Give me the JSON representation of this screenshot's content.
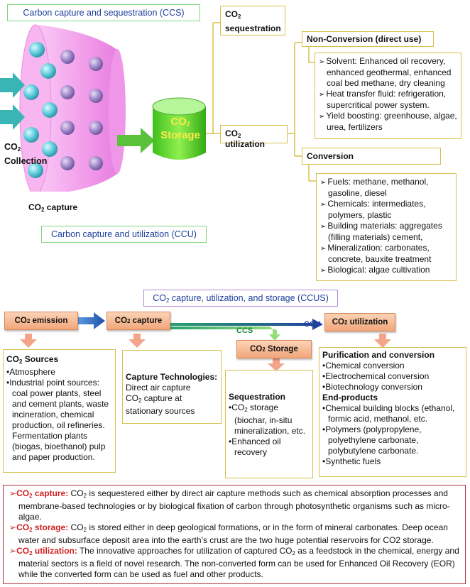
{
  "top": {
    "ccs_tag": "Carbon capture and sequestration (CCS)",
    "ccu_tag": "Carbon capture and utilization (CCU)",
    "collection_label": "Collection",
    "co2_prefix": "CO",
    "co2_sub": "2",
    "capture_label": "capture",
    "storage_label": "Storage",
    "sequestration_label": "sequestration",
    "utilization_label": "utilization",
    "nonconversion_label": "Non-Conversion (direct use)",
    "nonconversion_items": [
      "Solvent: Enhanced oil recovery, enhanced geothermal, enhanced coal bed methane, dry cleaning",
      "Heat transfer fluid: refrigeration, supercritical power system.",
      "Yield boosting: greenhouse, algae, urea, fertilizers"
    ],
    "conversion_label": "Conversion",
    "conversion_items": [
      "Fuels: methane, methanol, gasoline, diesel",
      "Chemicals: intermediates, polymers, plastic",
      "Building materials: aggregates (filling materials) cement,",
      "Mineralization: carbonates, concrete, bauxite treatment",
      "Biological: algae cultivation"
    ]
  },
  "bottom": {
    "ccus_tag_suffix": " capture, utilization, and storage (CCUS)",
    "emission_label": "emission",
    "capture_label": "capture",
    "utilization_label": "utilization",
    "storage_label": "Storage",
    "ccs_arrow_label": "CCS",
    "ccu_arrow_label": "CCU",
    "sources": {
      "title_suffix": " Sources",
      "items": [
        "Atmosphere",
        "Industrial point sources: coal power plants, steel and cement plants, waste incineration, chemical production, oil refineries. Fermentation plants (biogas, bioethanol) pulp and paper production."
      ]
    },
    "capture_tech": {
      "title": "Capture Technologies:",
      "line1": "Direct air capture",
      "line2_suffix": " capture at stationary sources"
    },
    "sequestration": {
      "title": "Sequestration",
      "item1_suffix": " storage (biochar, in-situ mineralization, etc.",
      "item2": "Enhanced oil recovery"
    },
    "utilization_box": {
      "title1": "Purification and conversion",
      "items1": [
        "Chemical conversion",
        "Electrochemical conversion",
        "Biotechnology conversion"
      ],
      "title2": "End-products",
      "items2": [
        "Chemical building blocks (ethanol, formic acid, methanol, etc.",
        "Polymers (polypropylene, polyethylene carbonate, polybutylene carbonate.",
        "Synthetic fuels"
      ]
    }
  },
  "notes": [
    {
      "kw": "capture:",
      "text_pre": " CO",
      "text": " is sequestered either by direct air capture methods such as chemical absorption processes and membrane-based technologies or by biological fixation of carbon through photosynthetic organisms such as micro-algae."
    },
    {
      "kw": "storage:",
      "text_pre": " CO",
      "text": " is stored either in deep geological formations, or in the form of mineral carbonates. Deep ocean water and subsurface deposit area into the earth’s crust are the two huge potential reservoirs for CO2 storage."
    },
    {
      "kw": "utilization:",
      "text_pre": " The innovative approaches for utilization of captured CO",
      "text": " as a feedstock in the chemical, energy and material sectors is a field of novel research. The non-converted form can be used for Enhanced Oil Recovery (EOR) while the converted form can be used as fuel and other products."
    }
  ],
  "colors": {
    "gold": "#d8c04a",
    "node": "#f2a67a",
    "notes_border": "#b03040",
    "keyword": "#d02020",
    "tag_text": "#1f3f9a"
  }
}
